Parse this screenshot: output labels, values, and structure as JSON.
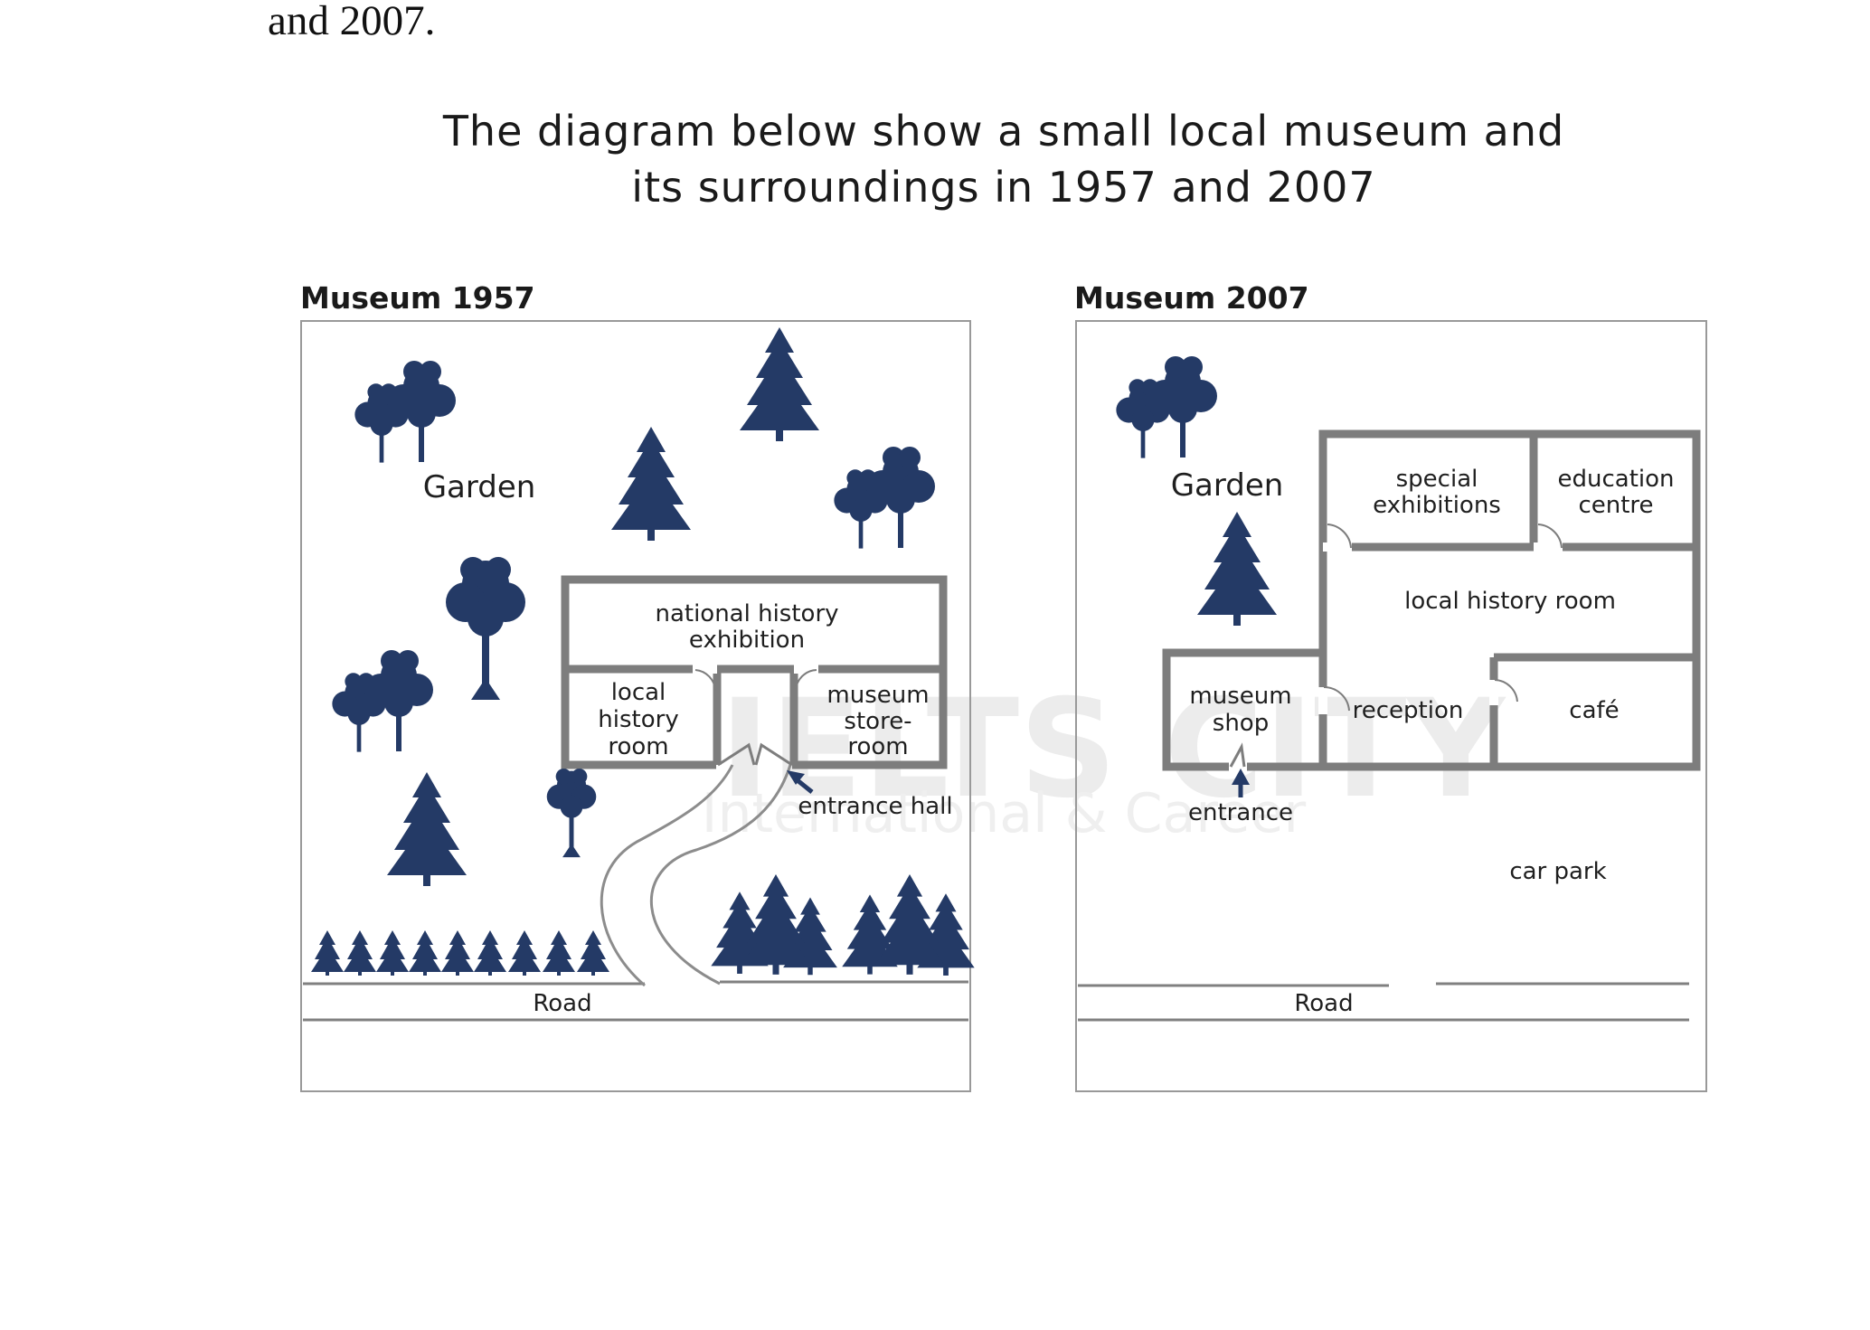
{
  "intro_text": "and 2007.",
  "title_line1": "The diagram below show a small local museum and",
  "title_line2": "its surroundings in 1957 and 2007",
  "map_1957": {
    "title": "Museum 1957",
    "garden": "Garden",
    "rooms": {
      "national_history_1": "national history",
      "national_history_2": "exhibition",
      "local_history_1": "local",
      "local_history_2": "history",
      "local_history_3": "room",
      "storeroom_1": "museum",
      "storeroom_2": "store-",
      "storeroom_3": "room"
    },
    "entrance_hall": "entrance hall",
    "road": "Road"
  },
  "map_2007": {
    "title": "Museum 2007",
    "garden": "Garden",
    "rooms": {
      "special_1": "special",
      "special_2": "exhibitions",
      "education_1": "education",
      "education_2": "centre",
      "local_history": "local history room",
      "shop_1": "museum",
      "shop_2": "shop",
      "reception": "reception",
      "cafe": "café"
    },
    "entrance": "entrance",
    "car_park": "car park",
    "road": "Road"
  },
  "watermark": "IELTS CITY",
  "watermark_sub": "International & Career",
  "colors": {
    "tree": "#243a66",
    "wall": "#7d7d7d",
    "frame": "#999999",
    "path": "#8c8c8c"
  }
}
